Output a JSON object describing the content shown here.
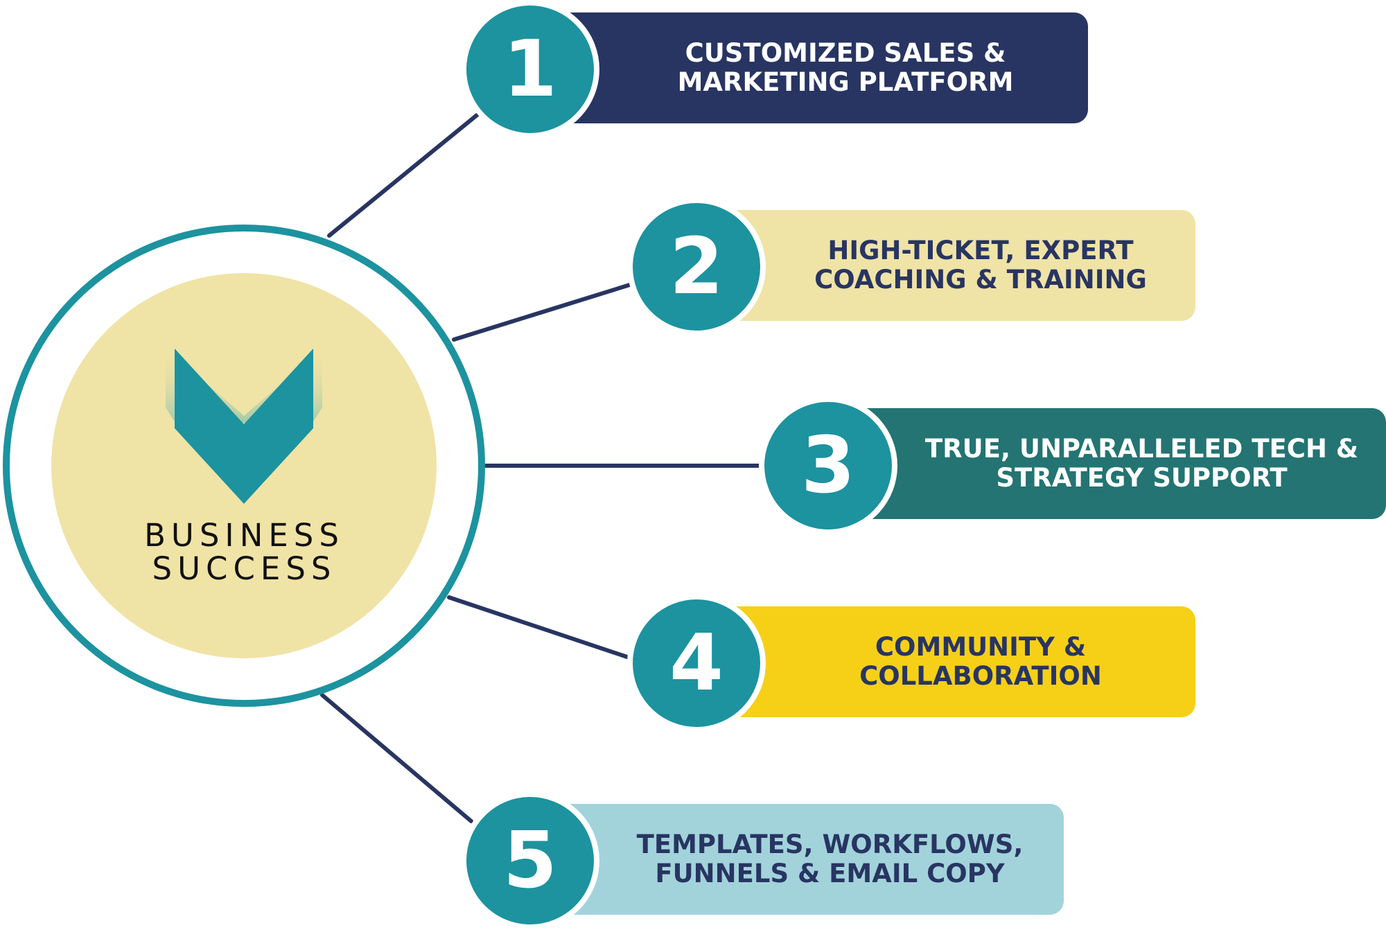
{
  "colors": {
    "accent_teal": "#1c939f",
    "navy": "#283562",
    "cream": "#f0e3a6",
    "dark_teal": "#237472",
    "yellow": "#f6d017",
    "light_blue": "#a2d3db",
    "connector": "#283562"
  },
  "hub": {
    "icon": "chevron-down-icon",
    "line1": "BUSINESS",
    "line2": "SUCCESS"
  },
  "items": [
    {
      "number": "1",
      "line1": "CUSTOMIZED SALES &",
      "line2": "MARKETING PLATFORM",
      "bg": "#283562",
      "text_color": "#ffffff"
    },
    {
      "number": "2",
      "line1": "HIGH-TICKET, EXPERT",
      "line2": "COACHING & TRAINING",
      "bg": "#f0e3a6",
      "text_color": "#283562"
    },
    {
      "number": "3",
      "line1": "TRUE, UNPARALLELED TECH &",
      "line2": "STRATEGY SUPPORT",
      "bg": "#237472",
      "text_color": "#ffffff"
    },
    {
      "number": "4",
      "line1": "COMMUNITY &",
      "line2": "COLLABORATION",
      "bg": "#f6d017",
      "text_color": "#283562"
    },
    {
      "number": "5",
      "line1": "TEMPLATES, WORKFLOWS,",
      "line2": "FUNNELS & EMAIL COPY",
      "bg": "#a2d3db",
      "text_color": "#283562"
    }
  ]
}
